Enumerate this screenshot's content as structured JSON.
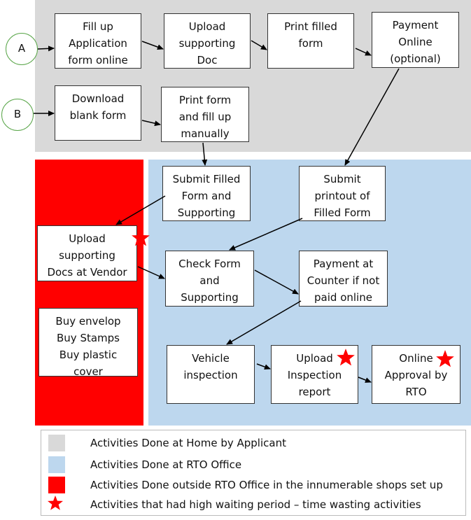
{
  "colors": {
    "home": "#d9d9d9",
    "rto": "#bdd7ee",
    "outside": "#ff0000",
    "star": "#ff0000",
    "circle_border": "#5aa64a"
  },
  "start_nodes": {
    "a": "A",
    "b": "B"
  },
  "boxes": {
    "fill_online": [
      "Fill up",
      "Application",
      "form online"
    ],
    "upload_doc": [
      "Upload",
      "supporting",
      "Doc"
    ],
    "print_filled": [
      "Print filled",
      "form"
    ],
    "payment_online": [
      "Payment",
      "Online",
      "(optional)"
    ],
    "download_blank": [
      "Download",
      "blank form"
    ],
    "print_manual": [
      "Print form",
      "and fill up",
      "manually"
    ],
    "submit_filled": [
      "Submit Filled",
      "Form and",
      "Supporting"
    ],
    "submit_printout": [
      "Submit",
      "printout of",
      "Filled Form"
    ],
    "upload_vendor": [
      "Upload",
      "supporting",
      "Docs at Vendor"
    ],
    "check_form": [
      "Check Form",
      "and",
      "Supporting"
    ],
    "payment_counter": [
      "Payment at",
      "Counter if not",
      "paid online"
    ],
    "buy_items": [
      "Buy envelop",
      "Buy Stamps",
      "Buy plastic",
      "cover"
    ],
    "vehicle_inspection": [
      "Vehicle",
      "inspection"
    ],
    "upload_inspection": [
      "Upload",
      "Inspection",
      "report"
    ],
    "online_approval": [
      "Online",
      "Approval by",
      "RTO"
    ]
  },
  "legend": {
    "home": "Activities Done at Home by Applicant",
    "rto": "Activities Done at RTO Office",
    "outside": "Activities Done outside RTO Office in the innumerable shops set up",
    "star": "Activities that had high waiting period – time wasting activities"
  }
}
